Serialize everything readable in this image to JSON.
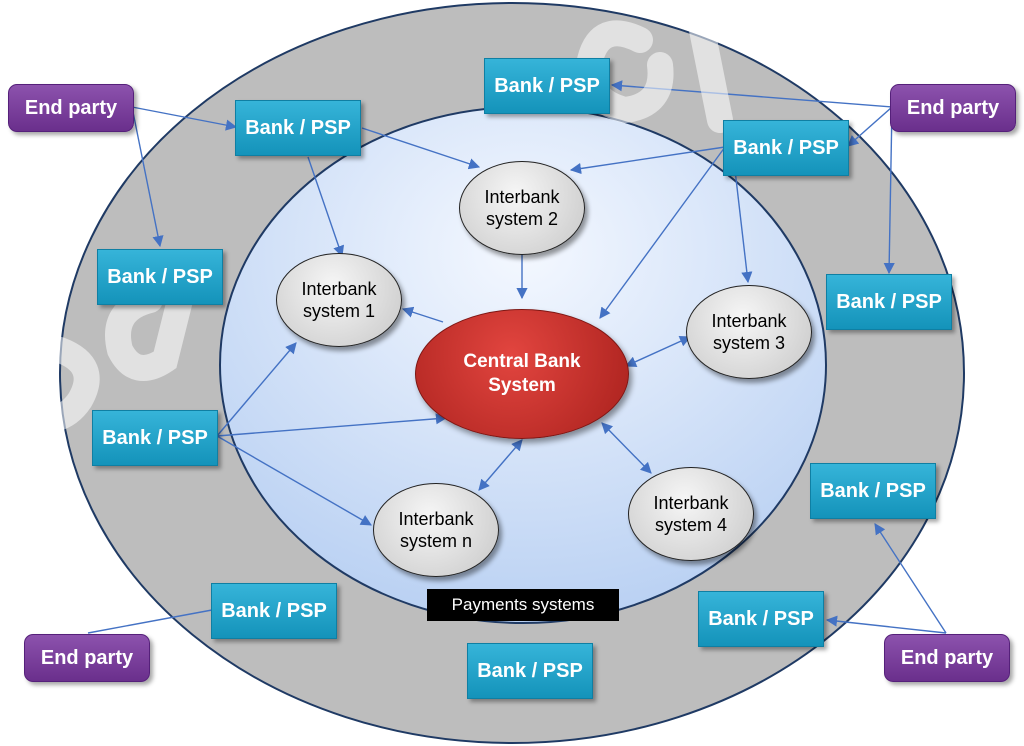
{
  "diagram": {
    "central": {
      "line1": "Central Bank",
      "line2": "System"
    },
    "interbank": [
      {
        "line1": "Interbank",
        "line2": "system 2"
      },
      {
        "line1": "Interbank",
        "line2": "system 1"
      },
      {
        "line1": "Interbank",
        "line2": "system 3"
      },
      {
        "line1": "Interbank",
        "line2": "system 4"
      },
      {
        "line1": "Interbank",
        "line2": "system n"
      }
    ],
    "bank_label": "Bank / PSP",
    "end_party_label": "End party",
    "inner_label": "Payments systems",
    "colors": {
      "outer_ring": "#bdbdbd",
      "inner_circle": "#c9dcf6",
      "bank": "#1fa3cc",
      "end_party": "#7a3e9d",
      "central": "#c4302b",
      "interbank": "#d9d9d9",
      "arrow": "#4472c4"
    }
  }
}
